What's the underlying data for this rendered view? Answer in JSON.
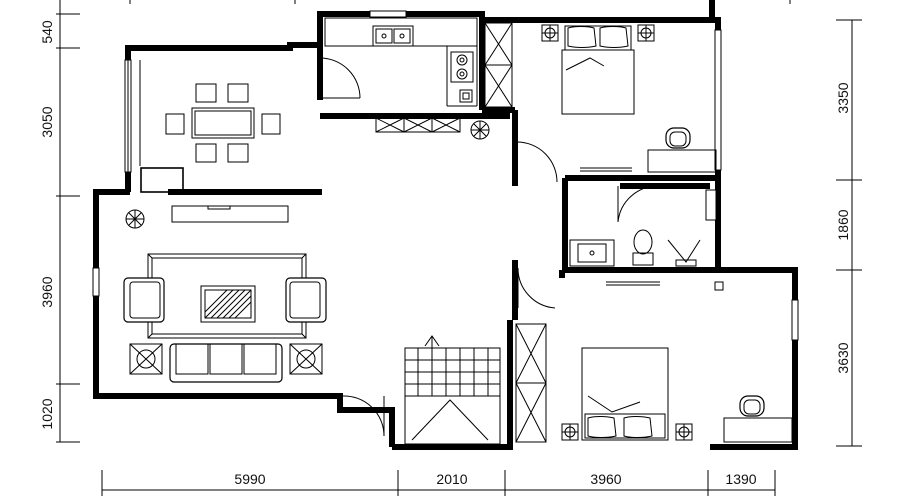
{
  "dimensions": {
    "left": [
      "540",
      "3050",
      "3960",
      "1020"
    ],
    "right": [
      "3350",
      "1860",
      "3630"
    ],
    "bottom": [
      "5990",
      "2010",
      "3960",
      "1390"
    ]
  },
  "icons": {
    "plant": "potted-plant-icon",
    "bed": "double-bed-icon",
    "lamp": "bedside-lamp-icon",
    "chair": "desk-chair-icon",
    "sofa": "sofa-icon",
    "dining": "dining-set-icon",
    "sink": "sink-icon",
    "stove": "gas-stove-icon",
    "toilet": "toilet-icon",
    "stairs": "staircase-icon"
  }
}
